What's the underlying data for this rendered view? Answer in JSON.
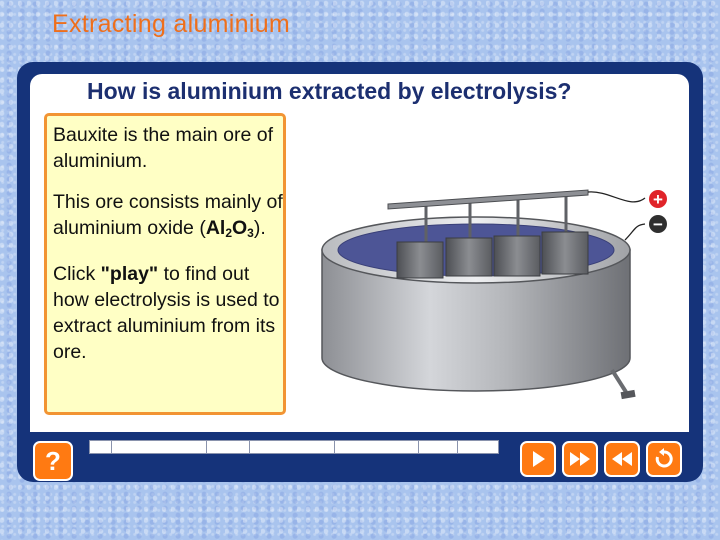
{
  "page": {
    "title": "Extracting aluminium"
  },
  "slide": {
    "title": "How is aluminium extracted by electrolysis?"
  },
  "info": {
    "para1": "Bauxite is the main ore of aluminium.",
    "para2_pre": "This ore consists mainly of aluminium oxide (",
    "formula_al": "Al",
    "formula_sub1": "2",
    "formula_o": "O",
    "formula_sub2": "3",
    "para2_post": ").",
    "para3_pre": "Click ",
    "play_word": "\"play\"",
    "para3_post": " to find out how electrolysis is used to extract aluminium from its ore."
  },
  "diagram": {
    "plus_symbol": "+",
    "minus_symbol": "−"
  },
  "controls": {
    "help_label": "?",
    "icons": [
      "help-icon",
      "play-icon",
      "fast-forward-icon",
      "rewind-icon",
      "replay-icon"
    ],
    "progress_segments": 7,
    "progress_fraction": 0
  },
  "colors": {
    "accent_orange": "#ff7a12",
    "frame_navy": "#15337a",
    "info_fill": "#ffffc5",
    "info_border": "#f29433",
    "title_orange": "#ee6f1c"
  }
}
